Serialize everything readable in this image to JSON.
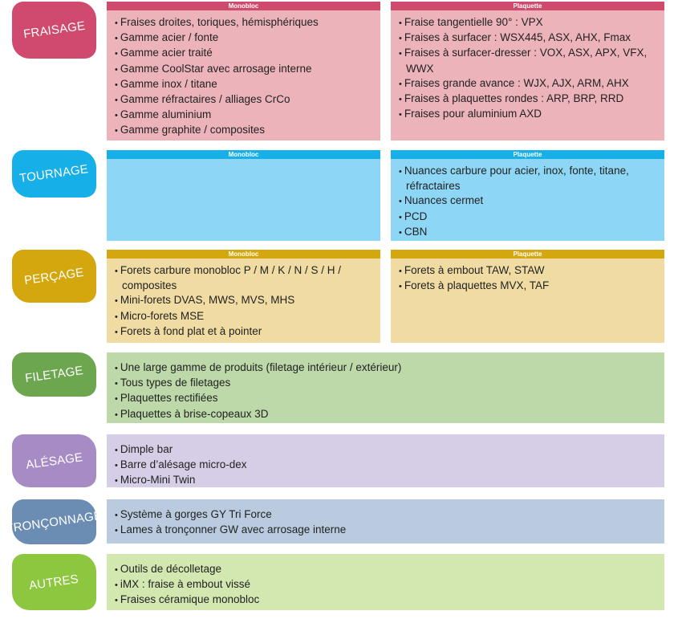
{
  "sections": [
    {
      "label": "FRAISAGE",
      "tab": "#cf4a6c",
      "bg": "#edb3ba",
      "left": {
        "header": "Monobloc",
        "items": [
          "Fraises droites, toriques, hémisphériques",
          "Gamme acier / fonte",
          "Gamme acier traité",
          "Gamme CoolStar avec arrosage interne",
          "Gamme inox / titane",
          "Gamme réfractaires / alliages CrCo",
          "Gamme aluminium",
          "Gamme graphite / composites"
        ]
      },
      "right": {
        "header": "Plaquette",
        "items": [
          "Fraise tangentielle 90° : VPX",
          "Fraises à surfacer : WSX445, ASX, AHX, Fmax",
          "Fraises à surfacer-dresser : VOX, ASX, APX, VFX, WWX",
          "Fraises grande avance : WJX, AJX, ARM, AHX",
          "Fraises à plaquettes rondes : ARP, BRP, RRD",
          "Fraises pour aluminium AXD"
        ]
      }
    },
    {
      "label": "TOURNAGE",
      "tab": "#17afe8",
      "bg": "#8dd6f5",
      "left": {
        "header": "Monobloc",
        "items": []
      },
      "right": {
        "header": "Plaquette",
        "items": [
          "Nuances carbure pour acier, inox, fonte, titane, réfractaires",
          "Nuances cermet",
          "PCD",
          "CBN"
        ]
      }
    },
    {
      "label": "PERÇAGE",
      "tab": "#d4a70e",
      "bg": "#f0dca2",
      "left": {
        "header": "Monobloc",
        "items": [
          "Forets carbure monobloc P / M / K / N / S / H / composites",
          "Mini-forets DVAS, MWS, MVS, MHS",
          "Micro-forets MSE",
          "Forets à fond plat et à pointer"
        ]
      },
      "right": {
        "header": "Plaquette",
        "items": [
          "Forets à embout TAW, STAW",
          "Forets à plaquettes MVX, TAF"
        ]
      }
    },
    {
      "label": "FILETAGE",
      "tab": "#6ca64f",
      "bg": "#bdd8a9",
      "full": {
        "items": [
          "Une large gamme de produits (filetage intérieur / extérieur)",
          "Tous types de filetages",
          "Plaquettes rectifiées",
          "Plaquettes à brise-copeaux 3D"
        ]
      }
    },
    {
      "label": "ALÉSAGE",
      "tab": "#a68bc5",
      "bg": "#d6cde6",
      "full": {
        "items": [
          "Dimple bar",
          "Barre d’alésage micro-dex",
          "Micro-Mini Twin"
        ]
      }
    },
    {
      "label": "TRONÇONNAGE",
      "tab": "#6b8db3",
      "bg": "#bacbdf",
      "full": {
        "items": [
          "Système à gorges GY Tri Force",
          "Lames à tronçonner GW avec arrosage interne"
        ]
      }
    },
    {
      "label": "AUTRES",
      "tab": "#8dc63f",
      "bg": "#d3e7b1",
      "full": {
        "items": [
          "Outils de décolletage",
          "iMX : fraise à embout vissé",
          "Fraises céramique monobloc"
        ]
      }
    }
  ]
}
